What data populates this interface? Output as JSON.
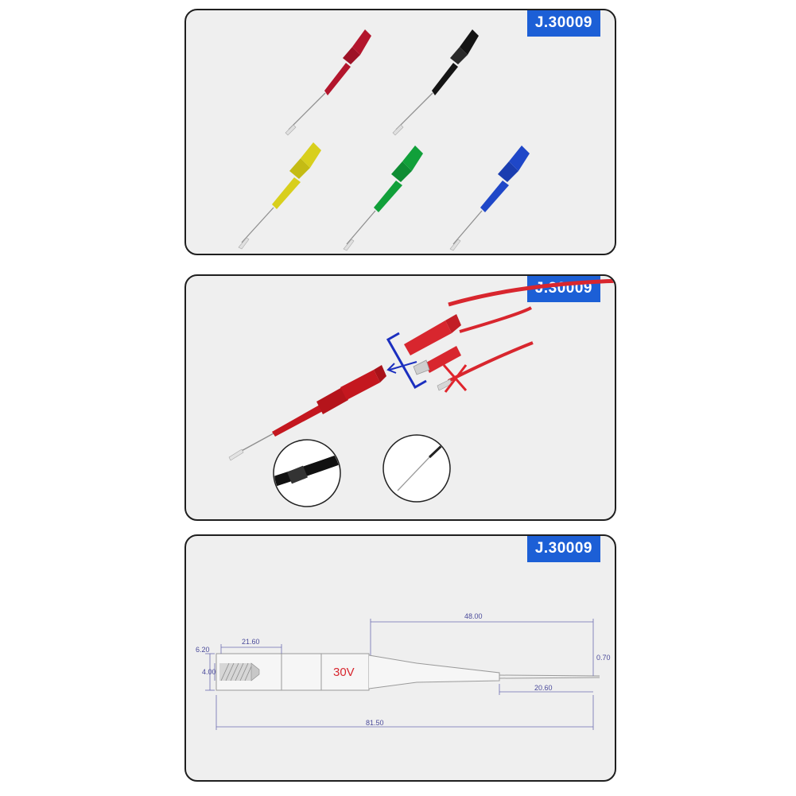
{
  "product_code": "J.30009",
  "panels": [
    {
      "name": "color-variants",
      "badge": "J.30009"
    },
    {
      "name": "usage-compatibility",
      "badge": "J.30009"
    },
    {
      "name": "dimension-drawing",
      "badge": "J.30009"
    }
  ],
  "probe_colors": [
    "#b3152c",
    "#141414",
    "#d8cf1c",
    "#11a03a",
    "#1f47c8"
  ],
  "accent_red": "#d8262e",
  "bracket_blue": "#1b2fbf",
  "drawing": {
    "dims": {
      "d_620": "6.20",
      "d_2160": "21.60",
      "d_400": "4.00",
      "d_4800": "48.00",
      "d_070": "0.70",
      "d_2060": "20.60",
      "d_8150": "81.50"
    },
    "voltage": "30V"
  }
}
